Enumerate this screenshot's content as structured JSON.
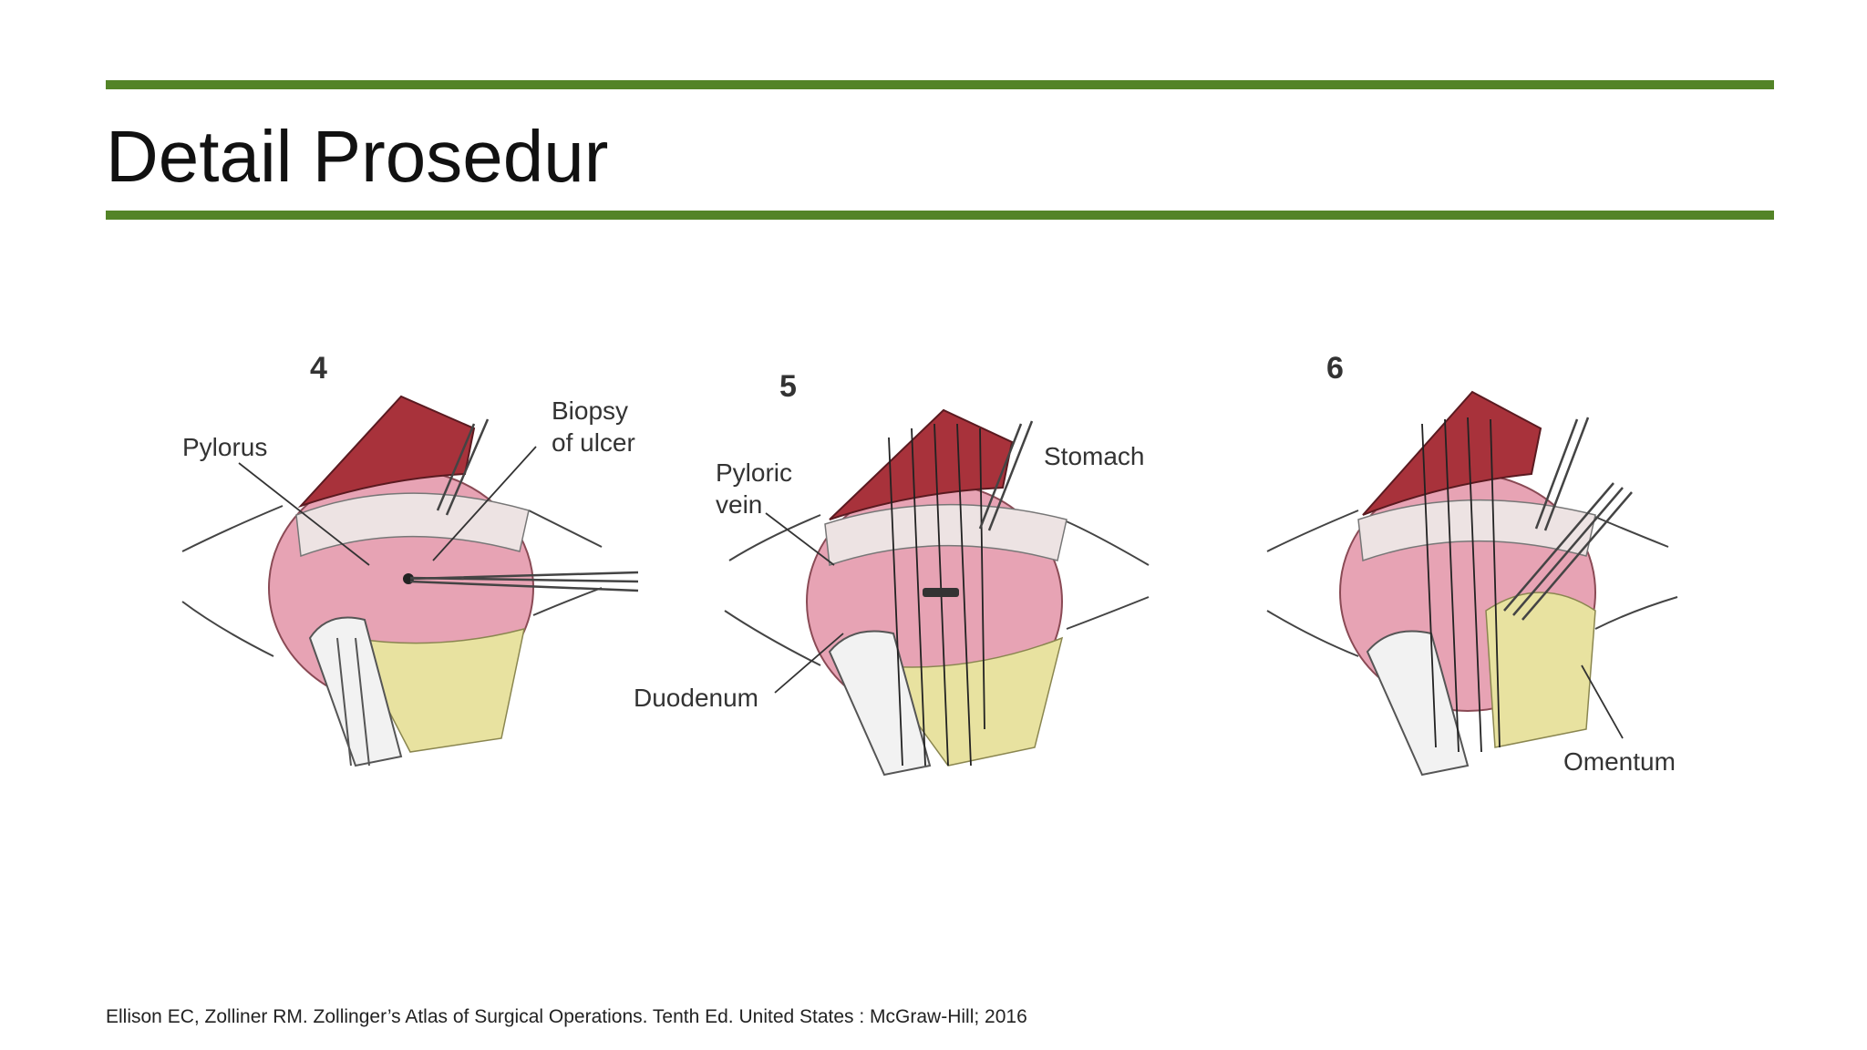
{
  "slide": {
    "title": "Detail Prosedur",
    "citation": "Ellison EC, Zolliner RM. Zollinger’s Atlas of Surgical Operations. Tenth Ed. United States : McGraw-Hill; 2016"
  },
  "figure": {
    "panels": [
      {
        "number": "4",
        "labels": [
          "Pylorus",
          "Biopsy",
          "of ulcer"
        ]
      },
      {
        "number": "5",
        "labels": [
          "Pyloric",
          "vein",
          "Stomach",
          "Duodenum"
        ]
      },
      {
        "number": "6",
        "labels": [
          "Omentum"
        ]
      }
    ]
  },
  "colors": {
    "accent_rule": "#538427",
    "tissue_pink": "#e7a3b4",
    "muscle_red": "#a8323b",
    "omentum_yellow": "#e8e2a0"
  }
}
